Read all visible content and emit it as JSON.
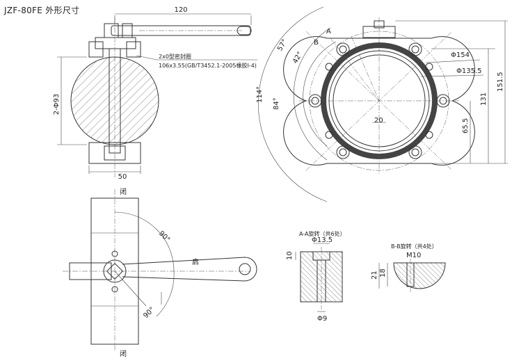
{
  "title": "JZF-80FE 外形尺寸",
  "front_view": {
    "dim_top": "120",
    "dim_bottom": "50",
    "dim_left": "2-Φ93",
    "note_line1": "2x0型密封圈",
    "note_line2": "106x3.55(GB/T3452.1-2005橡胶I-4)"
  },
  "side_view": {
    "angle_57": "57°",
    "angle_42": "42°",
    "angle_114": "114°",
    "angle_84": "84°",
    "label_a": "A",
    "label_b": "B",
    "dia_154": "Φ154",
    "dia_135": "Φ135.5",
    "dim_20": "20",
    "dim_151": "151.5",
    "dim_131": "131",
    "dim_65": "65.5"
  },
  "top_view": {
    "label_closed_top": "闭",
    "label_closed_bottom": "闭",
    "label_open": "启",
    "angle_upper": "90°",
    "angle_lower": "90°"
  },
  "section_a": {
    "caption": "A-A旋转（共6处）",
    "dia_top": "Φ13.5",
    "dim_depth": "10",
    "dia_bottom": "Φ9"
  },
  "section_b": {
    "caption": "B-B旋转（共4处）",
    "thread": "M10",
    "dim_21": "21",
    "dim_18": "18"
  }
}
